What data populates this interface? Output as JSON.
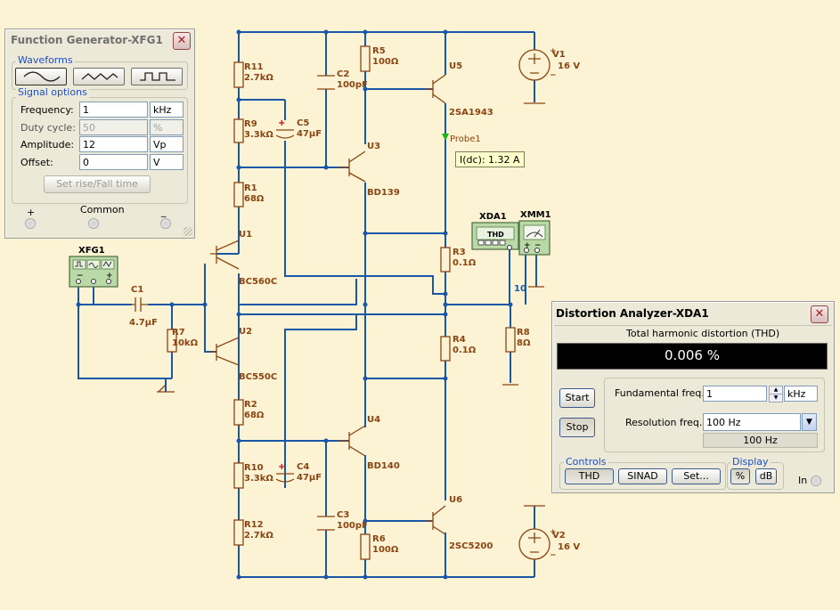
{
  "function_generator": {
    "title": "Function Generator-XFG1",
    "close_glyph": "✕",
    "waveforms_label": "Waveforms",
    "waveforms": [
      "sine",
      "triangle",
      "square"
    ],
    "selected_waveform": "sine",
    "signal_options_label": "Signal options",
    "frequency": {
      "label": "Frequency:",
      "value": "1",
      "unit": "kHz"
    },
    "duty_cycle": {
      "label": "Duty cycle:",
      "value": "50",
      "unit": "%"
    },
    "amplitude": {
      "label": "Amplitude:",
      "value": "12",
      "unit": "Vp"
    },
    "offset": {
      "label": "Offset:",
      "value": "0",
      "unit": "V"
    },
    "rise_fall_button": "Set rise/Fall time",
    "terminal_plus": "+",
    "terminal_common": "Common",
    "terminal_minus": "_"
  },
  "distortion_analyzer": {
    "title": "Distortion Analyzer-XDA1",
    "close_glyph": "✕",
    "measurement_label": "Total harmonic distortion (THD)",
    "display_value": "0.006 %",
    "start_button": "Start",
    "stop_button": "Stop",
    "fundamental_label": "Fundamental freq.",
    "fundamental_value": "1",
    "fundamental_unit": "kHz",
    "resolution_label": "Resolution freq.",
    "resolution_value": "100 Hz",
    "resolution_readout": "100 Hz",
    "controls_label": "Controls",
    "thd_button": "THD",
    "sinad_button": "SINAD",
    "set_button": "Set...",
    "display_label": "Display",
    "percent_button": "%",
    "db_button": "dB",
    "in_label": "In"
  },
  "probe": {
    "label": "Probe1",
    "reading": "I(dc): 1.32 A"
  },
  "schematic": {
    "instruments": {
      "xfg1": "XFG1",
      "xda1": "XDA1",
      "xda1_display": "THD",
      "xmm1": "XMM1"
    },
    "net_label": "10",
    "supplies": {
      "v1": {
        "name": "V1",
        "value": "16 V"
      },
      "v2": {
        "name": "V2",
        "value": "16 V"
      }
    },
    "components": {
      "R11": {
        "name": "R11",
        "value": "2.7kΩ"
      },
      "R9": {
        "name": "R9",
        "value": "3.3kΩ"
      },
      "R1": {
        "name": "R1",
        "value": "68Ω"
      },
      "R5": {
        "name": "R5",
        "value": "100Ω"
      },
      "R3": {
        "name": "R3",
        "value": "0.1Ω"
      },
      "R4": {
        "name": "R4",
        "value": "0.1Ω"
      },
      "R7": {
        "name": "R7",
        "value": "10kΩ"
      },
      "R8": {
        "name": "R8",
        "value": "8Ω"
      },
      "R2": {
        "name": "R2",
        "value": "68Ω"
      },
      "R10": {
        "name": "R10",
        "value": "3.3kΩ"
      },
      "R12": {
        "name": "R12",
        "value": "2.7kΩ"
      },
      "R6": {
        "name": "R6",
        "value": "100Ω"
      },
      "C1": {
        "name": "C1",
        "value": "4.7µF"
      },
      "C2": {
        "name": "C2",
        "value": "100pF"
      },
      "C3": {
        "name": "C3",
        "value": "100pF"
      },
      "C4": {
        "name": "C4",
        "value": "47µF"
      },
      "C5": {
        "name": "C5",
        "value": "47µF"
      },
      "U1": {
        "name": "U1",
        "value": "BC560C"
      },
      "U2": {
        "name": "U2",
        "value": "BC550C"
      },
      "U3": {
        "name": "U3",
        "value": "BD139"
      },
      "U4": {
        "name": "U4",
        "value": "BD140"
      },
      "U5": {
        "name": "U5",
        "value": "2SA1943"
      },
      "U6": {
        "name": "U6",
        "value": "2SC5200"
      }
    }
  },
  "colors": {
    "background": "#fbf3d3",
    "wire": "#1a57a8",
    "component": "#8b4513",
    "display_bg": "#000000"
  }
}
